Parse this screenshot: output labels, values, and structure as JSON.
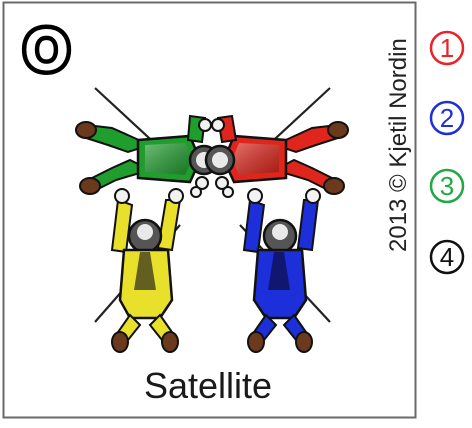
{
  "card": {
    "letter": "O",
    "name": "Satellite",
    "copyright": "2013 © Kjetil Nordin"
  },
  "positions": [
    {
      "label": "1",
      "color": "#e8232a"
    },
    {
      "label": "2",
      "color": "#1f2fd6"
    },
    {
      "label": "3",
      "color": "#22a844"
    },
    {
      "label": "4",
      "color": "#111111"
    }
  ],
  "jumpers": [
    {
      "id": "green",
      "color": "#1f9e2e"
    },
    {
      "id": "red",
      "color": "#e0261c"
    },
    {
      "id": "yellow",
      "color": "#e8e02a"
    },
    {
      "id": "blue",
      "color": "#1d2fd8"
    }
  ]
}
